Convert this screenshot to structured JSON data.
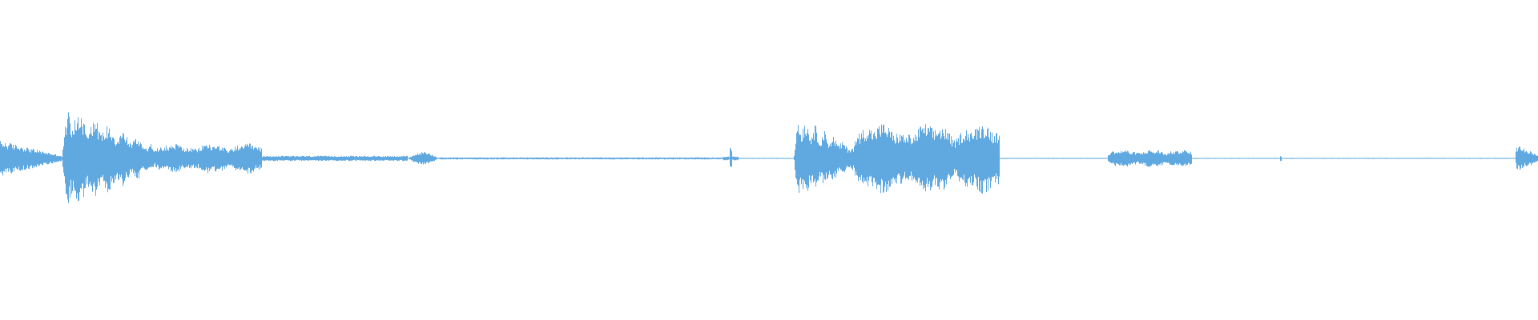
{
  "waveform": {
    "color": "#5FA8E0",
    "baseline_color": "#5FA8E0",
    "channels": 1,
    "segments": [
      {
        "start": 0.0,
        "end": 0.04,
        "amp": 0.14,
        "profile": "decay",
        "kind": "speech"
      },
      {
        "start": 0.04,
        "end": 0.1,
        "amp": 0.42,
        "profile": "attack_decay",
        "kind": "speech"
      },
      {
        "start": 0.1,
        "end": 0.17,
        "amp": 0.12,
        "profile": "bumpy",
        "kind": "speech"
      },
      {
        "start": 0.17,
        "end": 0.265,
        "amp": 0.02,
        "profile": "flat",
        "kind": "noise"
      },
      {
        "start": 0.265,
        "end": 0.285,
        "amp": 0.05,
        "profile": "bump",
        "kind": "speech"
      },
      {
        "start": 0.285,
        "end": 0.47,
        "amp": 0.008,
        "profile": "flat",
        "kind": "noise"
      },
      {
        "start": 0.47,
        "end": 0.48,
        "amp": 0.1,
        "profile": "spike",
        "kind": "click"
      },
      {
        "start": 0.48,
        "end": 0.516,
        "amp": 0.004,
        "profile": "flat",
        "kind": "silence"
      },
      {
        "start": 0.516,
        "end": 0.555,
        "amp": 0.34,
        "profile": "attack_decay",
        "kind": "speech"
      },
      {
        "start": 0.555,
        "end": 0.65,
        "amp": 0.28,
        "profile": "bumpy",
        "kind": "speech"
      },
      {
        "start": 0.65,
        "end": 0.72,
        "amp": 0.004,
        "profile": "flat",
        "kind": "silence"
      },
      {
        "start": 0.72,
        "end": 0.775,
        "amp": 0.07,
        "profile": "bumpy",
        "kind": "speech"
      },
      {
        "start": 0.775,
        "end": 0.83,
        "amp": 0.004,
        "profile": "flat",
        "kind": "silence"
      },
      {
        "start": 0.83,
        "end": 0.835,
        "amp": 0.02,
        "profile": "spike",
        "kind": "click"
      },
      {
        "start": 0.835,
        "end": 0.985,
        "amp": 0.004,
        "profile": "flat",
        "kind": "silence"
      },
      {
        "start": 0.985,
        "end": 1.0,
        "amp": 0.12,
        "profile": "attack_decay",
        "kind": "speech"
      }
    ]
  }
}
